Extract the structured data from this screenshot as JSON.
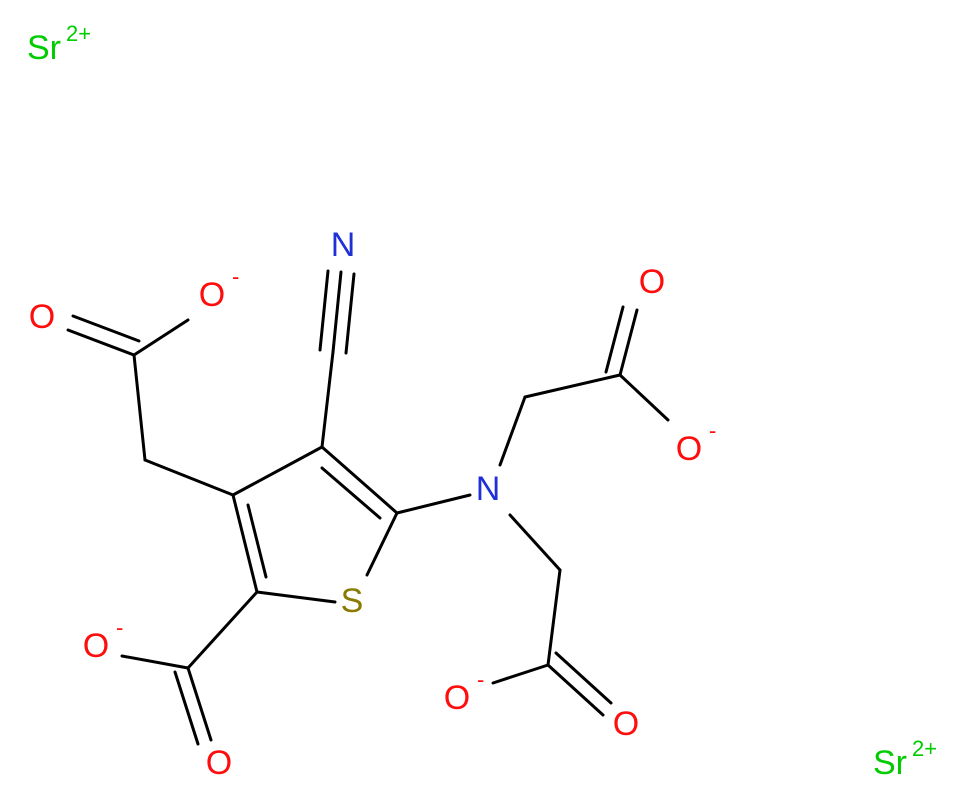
{
  "colors": {
    "oxygen": "#ff0d0d",
    "nitrogen": "#2030d8",
    "sulfur": "#8a7a00",
    "strontium": "#00cc00",
    "bond": "#000000"
  },
  "atoms": {
    "sr_top": "Sr",
    "sr_top_charge": "2+",
    "sr_bottom": "Sr",
    "sr_bottom_charge": "2+",
    "n_nitrile": "N",
    "n_amine": "N",
    "s_ring": "S",
    "o_left_carbonyl": "O",
    "o_left_anion": "O",
    "o_left_anion_charge": "-",
    "o_right_top_carbonyl": "O",
    "o_right_top_anion": "O",
    "o_right_top_anion_charge": "-",
    "o_bottom_left_anion": "O",
    "o_bottom_left_anion_charge": "-",
    "o_bottom_left_carbonyl": "O",
    "o_bottom_right_anion": "O",
    "o_bottom_right_anion_charge": "-",
    "o_bottom_right_carbonyl": "O"
  }
}
